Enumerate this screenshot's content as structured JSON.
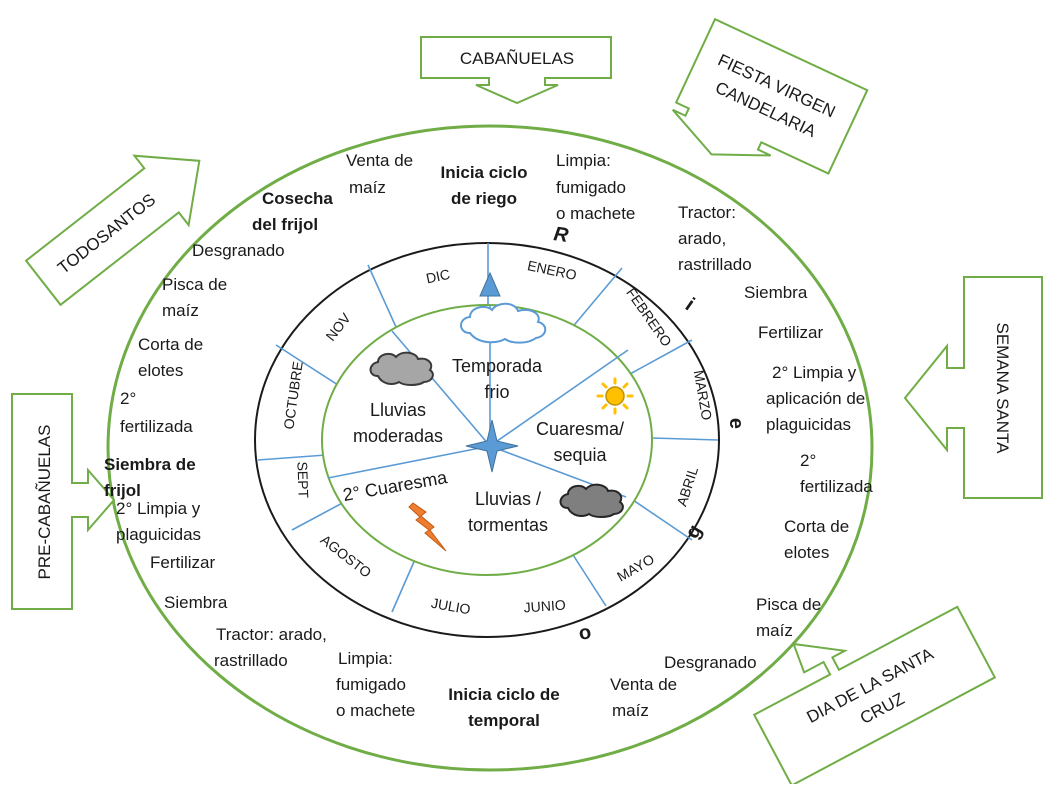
{
  "callouts": {
    "cabanuelas": "CABAÑUELAS",
    "fiesta_line1": "FIESTA VIRGEN",
    "fiesta_line2": "CANDELARIA",
    "todosantos": "TODOSANTOS",
    "semana_santa": "SEMANA SANTA",
    "precabanuelas": "PRE-CABAÑUELAS",
    "santa_cruz_line1": "DIA DE LA SANTA",
    "santa_cruz_line2": "CRUZ"
  },
  "months": {
    "dic": "DIC",
    "enero": "ENERO",
    "febrero": "FEBRERO",
    "marzo": "MARZO",
    "abril": "ABRIL",
    "mayo": "MAYO",
    "junio": "JUNIO",
    "julio": "JULIO",
    "agosto": "AGOSTO",
    "sept": "SEPT",
    "octubre": "OCTUBRE",
    "nov": "NOV"
  },
  "seasons": {
    "frio_1": "Temporada",
    "frio_2": "frio",
    "cuaresma_1": "Cuaresma/",
    "cuaresma_2": "sequia",
    "tormentas_1": "Lluvias /",
    "tormentas_2": "tormentas",
    "moderadas_1": "Lluvias",
    "moderadas_2": "moderadas",
    "segunda_cuaresma": "2° Cuaresma"
  },
  "riego_letters": {
    "r": "R",
    "i": "i",
    "e": "e",
    "g": "g",
    "o": "o"
  },
  "activities": {
    "venta_maiz_top_1": "Venta de",
    "venta_maiz_top_2": "maíz",
    "inicia_riego_1": "Inicia ciclo",
    "inicia_riego_2": "de riego",
    "limpia_top_1": "Limpia:",
    "limpia_top_2": "fumigado",
    "limpia_top_3": "o machete",
    "tractor_top_1": "Tractor:",
    "tractor_top_2": "arado,",
    "tractor_top_3": "rastrillado",
    "siembra_right": "Siembra",
    "fertilizar_right": "Fertilizar",
    "limpia2_right_1": "2° Limpia y",
    "limpia2_right_2": "aplicación de",
    "limpia2_right_3": "plaguicidas",
    "fert2_right_1": "2°",
    "fert2_right_2": "fertilizada",
    "corta_right_1": "Corta de",
    "corta_right_2": "elotes",
    "pisca_right_1": "Pisca de",
    "pisca_right_2": "maíz",
    "desgranado_right": "Desgranado",
    "venta_maiz_bottom_1": "Venta de",
    "venta_maiz_bottom_2": "maíz",
    "inicia_temporal_1": "Inicia ciclo de",
    "inicia_temporal_2": "temporal",
    "limpia_bottom_1": "Limpia:",
    "limpia_bottom_2": "fumigado",
    "limpia_bottom_3": "o machete",
    "tractor_bottom_1": "Tractor: arado,",
    "tractor_bottom_2": "rastrillado",
    "siembra_left": "Siembra",
    "fertilizar_left": "Fertilizar",
    "limpia2_left_1": "2° Limpia y",
    "limpia2_left_2": "plaguicidas",
    "siembra_frijol_1": "Siembra de",
    "siembra_frijol_2": "frijol",
    "fert2_left_1": "2°",
    "fert2_left_2": "fertilizada",
    "corta_left_1": "Corta de",
    "corta_left_2": "elotes",
    "pisca_left_1": "Pisca de",
    "pisca_left_2": "maíz",
    "desgranado_left": "Desgranado",
    "cosecha_frijol_1": "Cosecha",
    "cosecha_frijol_2": "del frijol"
  },
  "colors": {
    "green": "#70ad47",
    "blue": "#5b9bd5",
    "dark": "#1a1a1a",
    "sun": "#ffc000",
    "lightning": "#ed7d31"
  }
}
